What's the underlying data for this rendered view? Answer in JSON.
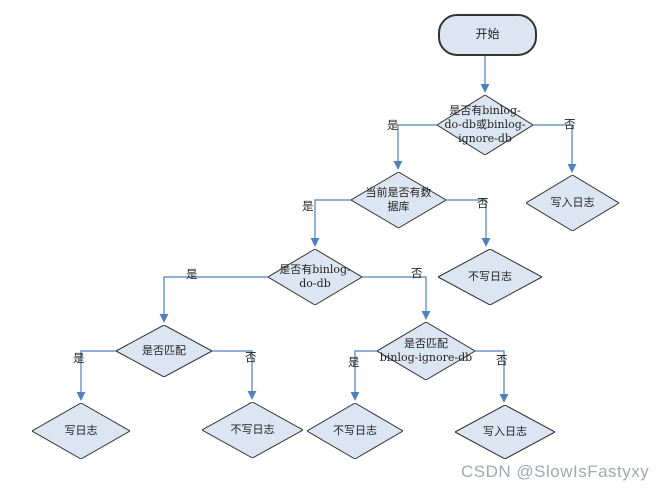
{
  "colors": {
    "canvas_bg": "#ffffff",
    "node_fill": "#dce6f2",
    "node_border": "#333333",
    "arrow": "#4f81bd",
    "text": "#1f1f1f",
    "watermark_color": "#a3a9b1"
  },
  "nodes": [
    {
      "id": "start",
      "type": "terminator",
      "label": "开始"
    },
    {
      "id": "has-binlog-config",
      "type": "decision",
      "label": "是否有binlog-\ndo-db或binlog-\nignore-db"
    },
    {
      "id": "has-current-db",
      "type": "decision",
      "label": "当前是否有数\n据库"
    },
    {
      "id": "write-log-a",
      "type": "result",
      "label": "写入日志"
    },
    {
      "id": "has-binlog-do-db",
      "type": "decision",
      "label": "是否有binlog-\ndo-db"
    },
    {
      "id": "no-write-log-a",
      "type": "result",
      "label": "不写日志"
    },
    {
      "id": "match-do-db",
      "type": "decision",
      "label": "是否匹配"
    },
    {
      "id": "match-ignore-db",
      "type": "decision",
      "label": "是否匹配\nbinlog-ignore-db"
    },
    {
      "id": "write-log-b",
      "type": "result",
      "label": "写日志"
    },
    {
      "id": "no-write-log-b",
      "type": "result",
      "label": "不写日志"
    },
    {
      "id": "no-write-log-c",
      "type": "result",
      "label": "不写日志"
    },
    {
      "id": "write-log-c",
      "type": "result",
      "label": "写入日志"
    }
  ],
  "edges": [
    {
      "from": "start",
      "to": "has-binlog-config",
      "label": ""
    },
    {
      "from": "has-binlog-config",
      "to": "has-current-db",
      "label": "是"
    },
    {
      "from": "has-binlog-config",
      "to": "write-log-a",
      "label": "否"
    },
    {
      "from": "has-current-db",
      "to": "has-binlog-do-db",
      "label": "是"
    },
    {
      "from": "has-current-db",
      "to": "no-write-log-a",
      "label": "否"
    },
    {
      "from": "has-binlog-do-db",
      "to": "match-do-db",
      "label": "是"
    },
    {
      "from": "has-binlog-do-db",
      "to": "match-ignore-db",
      "label": "否"
    },
    {
      "from": "match-do-db",
      "to": "write-log-b",
      "label": "是"
    },
    {
      "from": "match-do-db",
      "to": "no-write-log-b",
      "label": "否"
    },
    {
      "from": "match-ignore-db",
      "to": "no-write-log-c",
      "label": "是"
    },
    {
      "from": "match-ignore-db",
      "to": "write-log-c",
      "label": "否"
    }
  ],
  "watermark": "CSDN @SlowIsFastyxy"
}
